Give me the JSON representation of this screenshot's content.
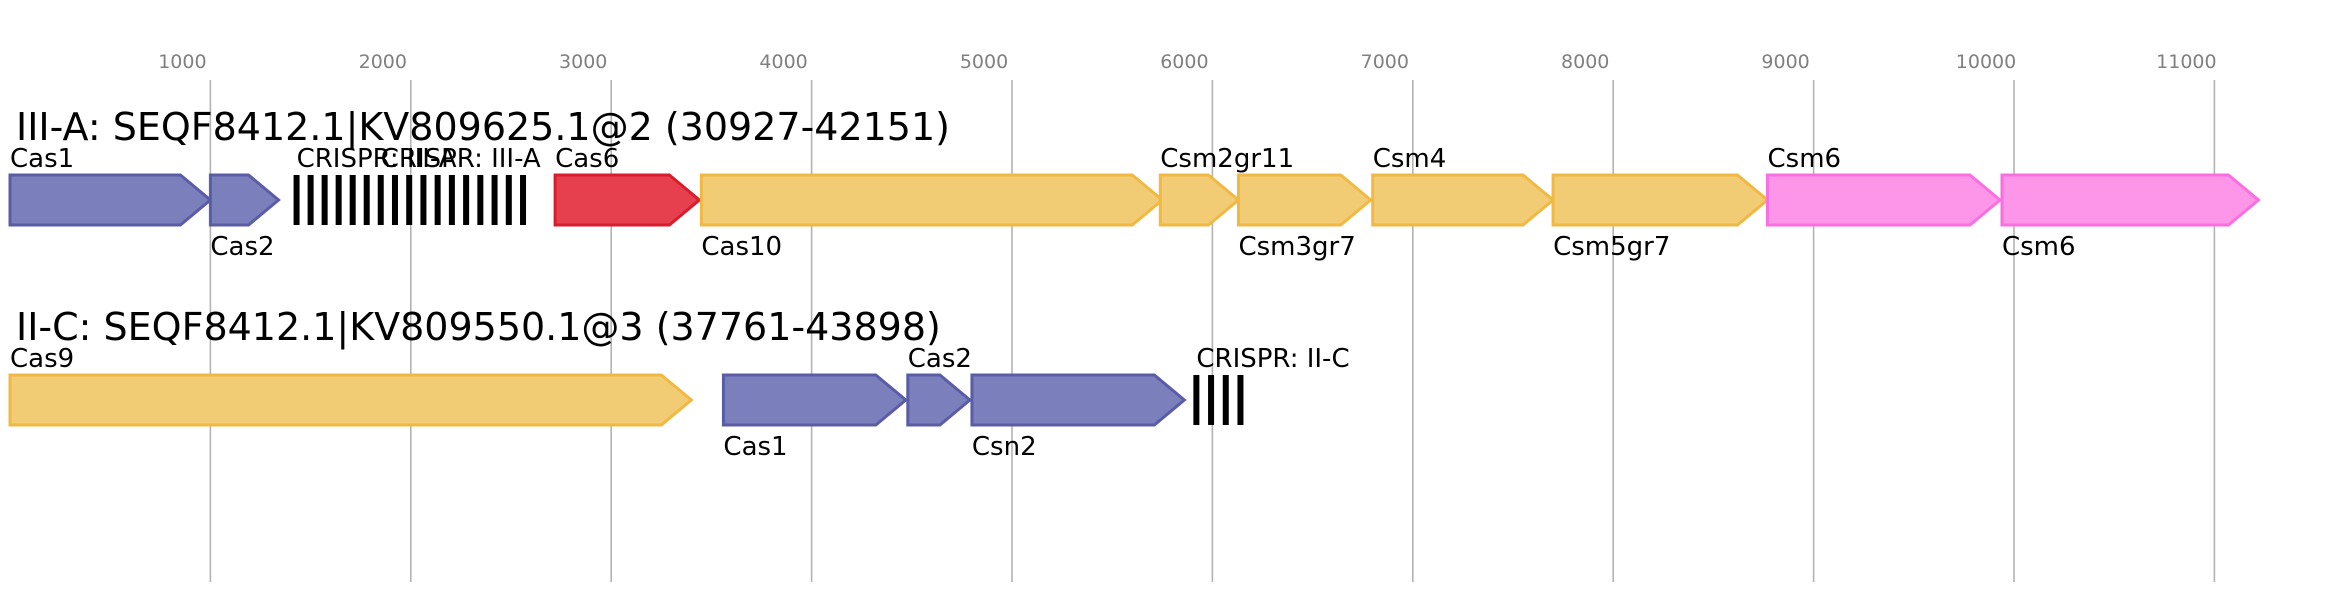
{
  "axis": {
    "ticks": [
      1000,
      2000,
      3000,
      4000,
      5000,
      6000,
      7000,
      8000,
      9000,
      10000,
      11000
    ]
  },
  "colors": {
    "blue": {
      "fill": "#7b7fbc",
      "stroke": "#5a5da6"
    },
    "gold": {
      "fill": "#f2cc75",
      "stroke": "#f0b944"
    },
    "red": {
      "fill": "#e6404f",
      "stroke": "#d81d2d"
    },
    "pink": {
      "fill": "#fd96e9",
      "stroke": "#fa6fe0"
    },
    "crispr": "#000000"
  },
  "tracks": [
    {
      "title": "III-A: SEQF8412.1|KV809625.1@2 (30927-42151)",
      "features": [
        {
          "type": "gene",
          "label": "Cas1",
          "start": 0,
          "end": 1000,
          "color": "blue",
          "label_pos": "top"
        },
        {
          "type": "gene",
          "label": "Cas2",
          "start": 1000,
          "end": 1340,
          "color": "blue",
          "label_pos": "bottom"
        },
        {
          "type": "crispr",
          "label": "CRISPR: III-A",
          "start": 1430,
          "end": 1780,
          "repeats": 6,
          "label_pos": "top"
        },
        {
          "type": "crispr",
          "label": "CRISPR: III-A",
          "start": 1850,
          "end": 2560,
          "repeats": 11,
          "label_pos": "top"
        },
        {
          "type": "gene",
          "label": "Cas6",
          "start": 2720,
          "end": 3440,
          "color": "red",
          "label_pos": "top"
        },
        {
          "type": "gene",
          "label": "Cas10",
          "start": 3450,
          "end": 5750,
          "color": "gold",
          "label_pos": "bottom"
        },
        {
          "type": "gene",
          "label": "Csm2gr11",
          "start": 5740,
          "end": 6130,
          "color": "gold",
          "label_pos": "top"
        },
        {
          "type": "gene",
          "label": "Csm3gr7",
          "start": 6130,
          "end": 6790,
          "color": "gold",
          "label_pos": "bottom"
        },
        {
          "type": "gene",
          "label": "Csm4",
          "start": 6800,
          "end": 7700,
          "color": "gold",
          "label_pos": "top"
        },
        {
          "type": "gene",
          "label": "Csm5gr7",
          "start": 7700,
          "end": 8770,
          "color": "gold",
          "label_pos": "bottom"
        },
        {
          "type": "gene",
          "label": "Csm6",
          "start": 8770,
          "end": 9930,
          "color": "pink",
          "label_pos": "top"
        },
        {
          "type": "gene",
          "label": "Csm6",
          "start": 9940,
          "end": 11220,
          "color": "pink",
          "label_pos": "bottom"
        }
      ]
    },
    {
      "title": "II-C: SEQF8412.1|KV809550.1@3 (37761-43898)",
      "features": [
        {
          "type": "gene",
          "label": "Cas9",
          "start": 0,
          "end": 3400,
          "color": "gold",
          "label_pos": "top"
        },
        {
          "type": "gene",
          "label": "Cas1",
          "start": 3560,
          "end": 4470,
          "color": "blue",
          "label_pos": "bottom"
        },
        {
          "type": "gene",
          "label": "Cas2",
          "start": 4480,
          "end": 4790,
          "color": "blue",
          "label_pos": "top"
        },
        {
          "type": "gene",
          "label": "Csn2",
          "start": 4800,
          "end": 5860,
          "color": "blue",
          "label_pos": "bottom"
        },
        {
          "type": "crispr",
          "label": "CRISPR: II-C",
          "start": 5920,
          "end": 6140,
          "repeats": 4,
          "label_pos": "top"
        }
      ]
    }
  ]
}
